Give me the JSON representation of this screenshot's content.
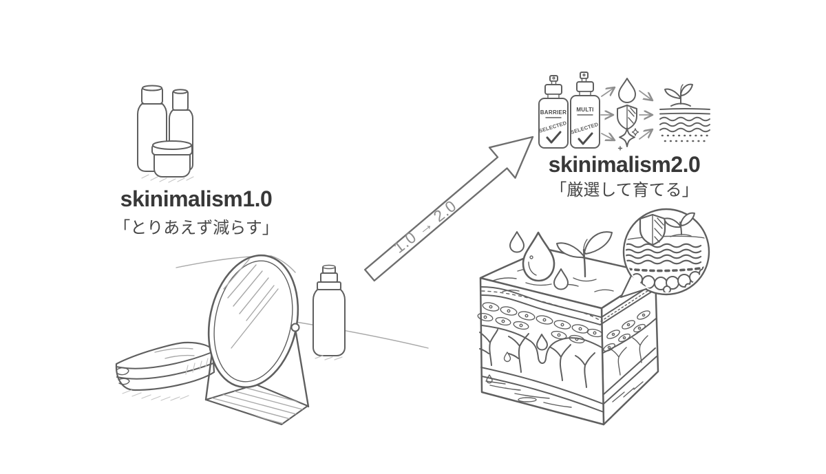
{
  "illustration": {
    "background_color": "#ffffff",
    "line_color": "#5f5f5f",
    "text_color": "#383838",
    "muted_text_color": "#8d8d8d",
    "left_concept": {
      "title": "skinimalism1.0",
      "subtitle": "「とりあえず減らす」",
      "icons": [
        "lotion-bottle-icon",
        "slim-bottle-icon",
        "cream-jar-icon",
        "towel-icon",
        "stand-mirror-icon",
        "spray-bottle-icon"
      ]
    },
    "transition_arrow": {
      "label": "1.0 → 2.0"
    },
    "right_concept": {
      "title": "skinimalism2.0",
      "subtitle": "「厳選して育てる」",
      "products": [
        {
          "label": "BARRIER",
          "stamp": "SELECTED"
        },
        {
          "label": "MULTI",
          "stamp": "SELECTED"
        }
      ],
      "benefit_icons": [
        "water-drop-icon",
        "shield-icon",
        "sparkle-icon",
        "sprout-soil-icon"
      ],
      "detail_icons": [
        "skin-cross-section-icon",
        "water-drop-icon",
        "sprout-icon",
        "magnifier-callout-icon",
        "shield-icon"
      ]
    }
  }
}
